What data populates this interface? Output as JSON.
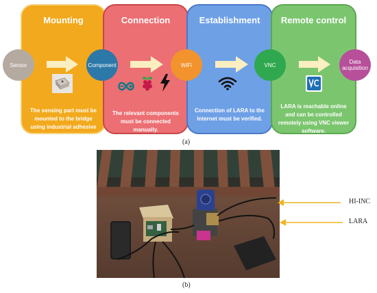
{
  "panels": [
    {
      "title": "Mounting",
      "desc": "The sensing part must be mounted to the bridge using industrial adhesive",
      "color": "#f2a91d"
    },
    {
      "title": "Connection",
      "desc": "The relevant components must be connected manually.",
      "color": "#ec6f73"
    },
    {
      "title": "Establishment",
      "desc": "Connection of LARA to the Internet must be verified.",
      "color": "#6ea0e6"
    },
    {
      "title": "Remote control",
      "desc": "LARA is reachable online and can be controlled remotely using VNC viewer software.",
      "color": "#7cc56f"
    }
  ],
  "nodes": [
    {
      "label": "Sensor",
      "color": "#b5aaa0"
    },
    {
      "label": "Component",
      "color": "#2c78a8"
    },
    {
      "label": "WiFi",
      "color": "#f3932d"
    },
    {
      "label": "VNC",
      "color": "#2fa84f"
    },
    {
      "label": "Data acquisition",
      "color": "#b74f9b"
    }
  ],
  "captions": {
    "a": "(a)",
    "b": "(b)"
  },
  "photo_labels": {
    "hi_inc": "HI-INC",
    "lara": "LARA"
  },
  "icons": [
    "sensor-device-icon",
    "arduino-icon",
    "raspberry-pi-icon",
    "lightning-icon",
    "wifi-icon",
    "vnc-icon"
  ],
  "colors": {
    "arrow": "#fbeec0",
    "label_arrow": "#f1b321"
  }
}
